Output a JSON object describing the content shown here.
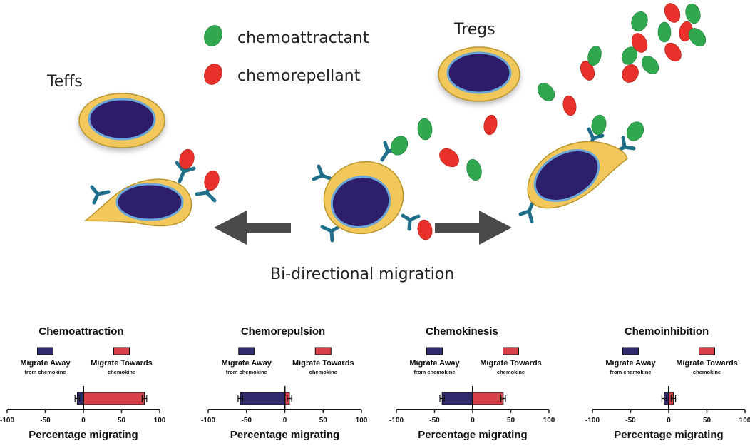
{
  "diagram": {
    "legend": [
      {
        "label": "chemoattractant",
        "color": "#2fa84f"
      },
      {
        "label": "chemorepellant",
        "color": "#e8312a"
      }
    ],
    "labels": {
      "teffs": "Teffs",
      "tregs": "Tregs",
      "caption": "Bi-directional migration"
    },
    "colors": {
      "cell_body": "#f2c75c",
      "cell_outline": "#b9952c",
      "nucleus": "#2e1f6b",
      "nucleus_rim": "#6ba7d8",
      "receptor": "#1f6f8b",
      "arrow": "#4a4a4a",
      "chemoattractant": "#2fa84f",
      "chemorepellant": "#e8312a",
      "bar_away": "#2e2a6b",
      "bar_towards": "#d8404a"
    }
  },
  "chart_data": [
    {
      "type": "bar",
      "orientation": "horizontal",
      "title": "Chemoattraction",
      "xlabel": "Percentage migrating",
      "xlim": [
        -100,
        100
      ],
      "xticks": [
        "-100",
        "-50",
        "0",
        "50",
        "100"
      ],
      "legend": [
        {
          "label": "Migrate Away",
          "sub": "from chemokine"
        },
        {
          "label": "Migrate Towards",
          "sub": "chemokine"
        }
      ],
      "series": [
        {
          "values": [
            -8
          ],
          "error": 3
        },
        {
          "values": [
            80
          ],
          "error": 3
        }
      ]
    },
    {
      "type": "bar",
      "orientation": "horizontal",
      "title": "Chemorepulsion",
      "xlabel": "Percentage migrating",
      "xlim": [
        -100,
        100
      ],
      "xticks": [
        "-100",
        "-50",
        "0",
        "50",
        "100"
      ],
      "legend": [
        {
          "label": "Migrate Away",
          "sub": "from chemokine"
        },
        {
          "label": "Migrate Towards",
          "sub": "chemokine"
        }
      ],
      "series": [
        {
          "values": [
            -58
          ],
          "error": 3
        },
        {
          "values": [
            6
          ],
          "error": 3
        }
      ]
    },
    {
      "type": "bar",
      "orientation": "horizontal",
      "title": "Chemokinesis",
      "xlabel": "Percentage migrating",
      "xlim": [
        -100,
        100
      ],
      "xticks": [
        "-100",
        "-50",
        "0",
        "50",
        "100"
      ],
      "legend": [
        {
          "label": "Migrate Away",
          "sub": "from chemokine"
        },
        {
          "label": "Migrate Towards",
          "sub": "chemokine"
        }
      ],
      "series": [
        {
          "values": [
            -40
          ],
          "error": 3
        },
        {
          "values": [
            40
          ],
          "error": 3
        }
      ]
    },
    {
      "type": "bar",
      "orientation": "horizontal",
      "title": "Chemoinhibition",
      "xlabel": "Percentage migrating",
      "xlim": [
        -100,
        100
      ],
      "xticks": [
        "-100",
        "-50",
        "0",
        "50",
        "100"
      ],
      "legend": [
        {
          "label": "Migrate Away",
          "sub": "from chemokine"
        },
        {
          "label": "Migrate Towards",
          "sub": "chemokine"
        }
      ],
      "series": [
        {
          "values": [
            -6
          ],
          "error": 3
        },
        {
          "values": [
            6
          ],
          "error": 3
        }
      ]
    }
  ]
}
